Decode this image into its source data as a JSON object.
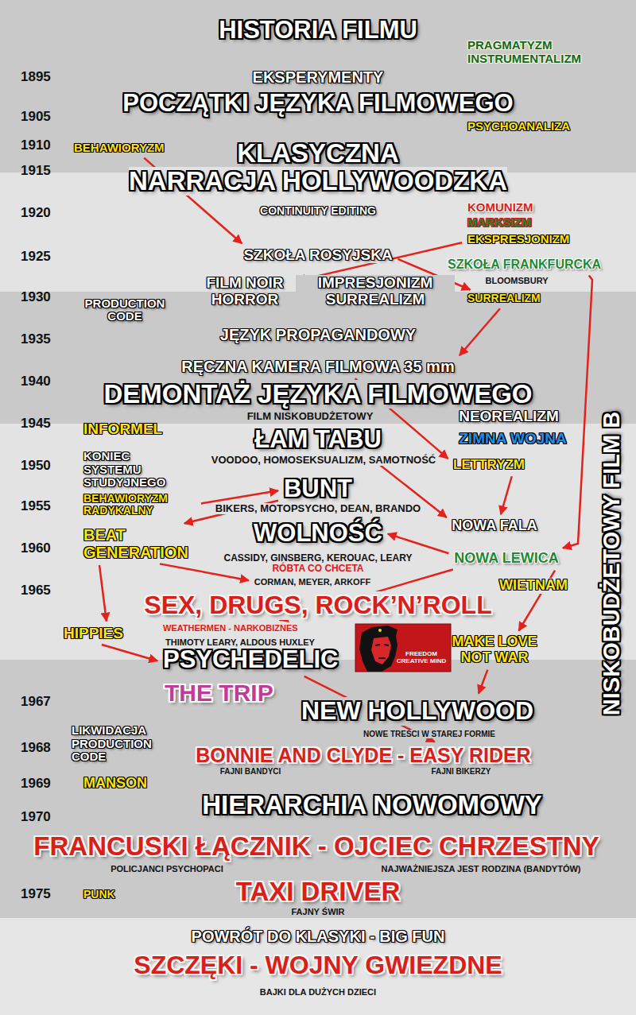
{
  "diagram": {
    "title": "HISTORIA FILMU",
    "nodes": [
      {
        "text": [
          "BEHAWIORYZM"
        ]
      },
      {
        "text": [
          "EKSPRESJONIZM"
        ]
      },
      {
        "text": [
          "SZKOŁA ROSYJSKA"
        ]
      },
      {
        "text": [
          "SZKOŁA FRANKFURCKA"
        ]
      },
      {
        "text": [
          "FILM NOIR HORROR"
        ]
      },
      {
        "text": [
          "SURREALIZM"
        ]
      },
      {
        "text": [
          "RĘCZNA KAMERA FILMOWA 35 mm"
        ]
      },
      {
        "text": [
          "ŁAM TABU"
        ]
      },
      {
        "text": [
          "LETTRYZM"
        ]
      },
      {
        "text": [
          "BUNT"
        ]
      },
      {
        "text": [
          "BEHAWIORYZM RADYKALNY"
        ]
      },
      {
        "text": [
          "NOWA FALA"
        ]
      },
      {
        "text": [
          "WOLNOŚĆ"
        ]
      },
      {
        "text": [
          "BEAT GENERATION"
        ]
      },
      {
        "text": [
          "NOWA LEWICA"
        ]
      },
      {
        "text": [
          "CORMAN, MEYER, ARKOFF"
        ]
      },
      {
        "text": [
          "WEATHERMEN - NARKOBIZNES"
        ]
      },
      {
        "text": [
          "HIPPIES"
        ]
      },
      {
        "text": [
          "MAKE LOVE NOT WAR"
        ]
      },
      {
        "text": [
          "PSYCHEDELIC"
        ]
      },
      {
        "text": [
          "NEW HOLLYWOOD"
        ]
      },
      {
        "text": [
          "BONNIE AND CLYDE - EASY RIDER"
        ]
      }
    ],
    "edges": [
      {
        "from": 0,
        "to": 2,
        "arrow": "to"
      },
      {
        "from": 2,
        "to": 5,
        "arrow": "to"
      },
      {
        "from": 1,
        "to": 4,
        "arrow": "to"
      },
      {
        "from": 3,
        "to": 14,
        "arrow": "to"
      },
      {
        "from": 5,
        "to": 6,
        "arrow": "to"
      },
      {
        "from": 6,
        "to": 8,
        "arrow": "to"
      },
      {
        "from": 7,
        "to": 11,
        "arrow": "to"
      },
      {
        "from": 8,
        "to": 11,
        "arrow": "to"
      },
      {
        "from": 10,
        "to": 9,
        "arrow": "to"
      },
      {
        "from": 9,
        "to": 13,
        "arrow": "to"
      },
      {
        "from": 14,
        "to": 12,
        "arrow": "to"
      },
      {
        "from": 13,
        "to": 15,
        "arrow": "to"
      },
      {
        "from": 13,
        "to": 17,
        "arrow": "to"
      },
      {
        "from": 14,
        "to": 16,
        "arrow": "to"
      },
      {
        "from": 17,
        "to": 19,
        "arrow": "to"
      },
      {
        "from": 14,
        "to": 18,
        "arrow": "to"
      },
      {
        "from": 18,
        "to": 20,
        "arrow": "to"
      },
      {
        "from": 19,
        "to": 21,
        "arrow": "to"
      }
    ],
    "labels": [
      "PRAGMATYZM",
      "INSTRUMENTALIZM",
      "1895",
      "EKSPERYMENTY",
      "POCZĄTKI JĘZYKA FILMOWEGO",
      "1905",
      "PSYCHOANALIZA",
      "1910",
      "KLASYCZNA",
      "1915",
      "NARRACJA HOLLYWOODZKA",
      "CONTINUITY EDITING",
      "1920",
      "KOMUNIZM",
      "MARKSIZM",
      "1925",
      "BLOOMSBURY",
      "IMPRESJONIZM SURREALIZM",
      "1930",
      "PRODUCTION CODE",
      "1935",
      "JĘZYK PROPAGANDOWY",
      "1940",
      "DEMONTAŻ JĘZYKA FILMOWEGO",
      "FILM NISKOBUDŻETOWY",
      "NEOREALIZM",
      "NISKOBUDŻETOWY FILM B",
      "1945",
      "INFORMEL",
      "ZIMNA WOJNA",
      "VOODOO, HOMOSEKSUALIZM, SAMOTNOŚĆ",
      "1950",
      "KONIEC SYSTEMU STUDYJNEGO",
      "1955",
      "BIKERS, MOTOPSYCHO, DEAN, BRANDO",
      "1960",
      "CASSIDY, GINSBERG, KEROUAC, LEARY",
      "RÓBTA CO CHCETA",
      "1965",
      "WIETNAM",
      "SEX, DRUGS, ROCK’N’ROLL",
      "THIMOTY LEARY, ALDOUS HUXLEY",
      "FREEDOM CREATIVE MIND",
      "THE TRIP",
      "1967",
      "NOWE TREŚCI W STAREJ FORMIE",
      "LIKWIDACJA PRODUCTION CODE",
      "1968",
      "FAJNI BANDYCI",
      "FAJNI BIKERZY",
      "1969",
      "MANSON",
      "HIERARCHIA NOWOMOWY",
      "1970",
      "FRANCUSKI ŁĄCZNIK - OJCIEC CHRZESTNY",
      "POLICJANCI PSYCHOPACI",
      "NAJWAŻNIEJSZA JEST RODZINA (BANDYTÓW)",
      "1975",
      "PUNK",
      "TAXI DRIVER",
      "FAJNY ŚWIR",
      "POWRÓT DO KLASYKI - BIG FUN",
      "SZCZĘKI - WOJNY GWIEZDNE",
      "BAJKI DLA DUŻYCH DZIECI"
    ]
  }
}
